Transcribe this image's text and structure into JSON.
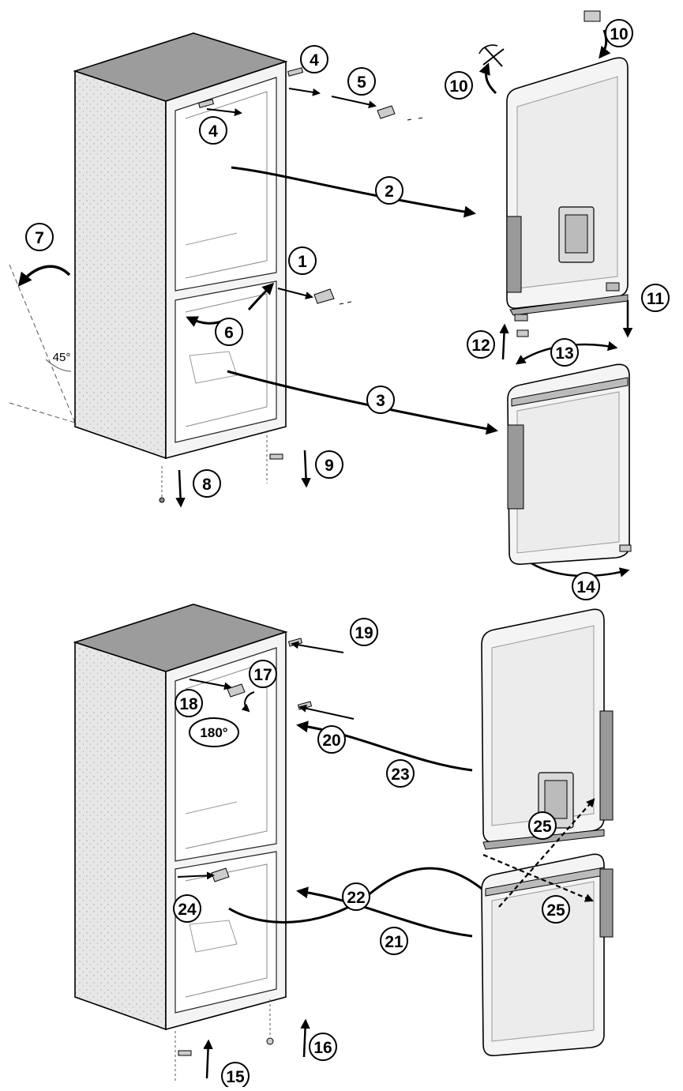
{
  "diagram": {
    "angle_label": "45°",
    "rotation_label": "180°",
    "steps": {
      "s1": "1",
      "s2": "2",
      "s3": "3",
      "s4a": "4",
      "s4b": "4",
      "s5": "5",
      "s6": "6",
      "s7": "7",
      "s8": "8",
      "s9": "9",
      "s10a": "10",
      "s10b": "10",
      "s11": "11",
      "s12": "12",
      "s13": "13",
      "s14": "14",
      "s15": "15",
      "s16": "16",
      "s17": "17",
      "s18": "18",
      "s19": "19",
      "s20": "20",
      "s21": "21",
      "s22": "22",
      "s23": "23",
      "s24": "24",
      "s25a": "25",
      "s25b": "25"
    }
  }
}
